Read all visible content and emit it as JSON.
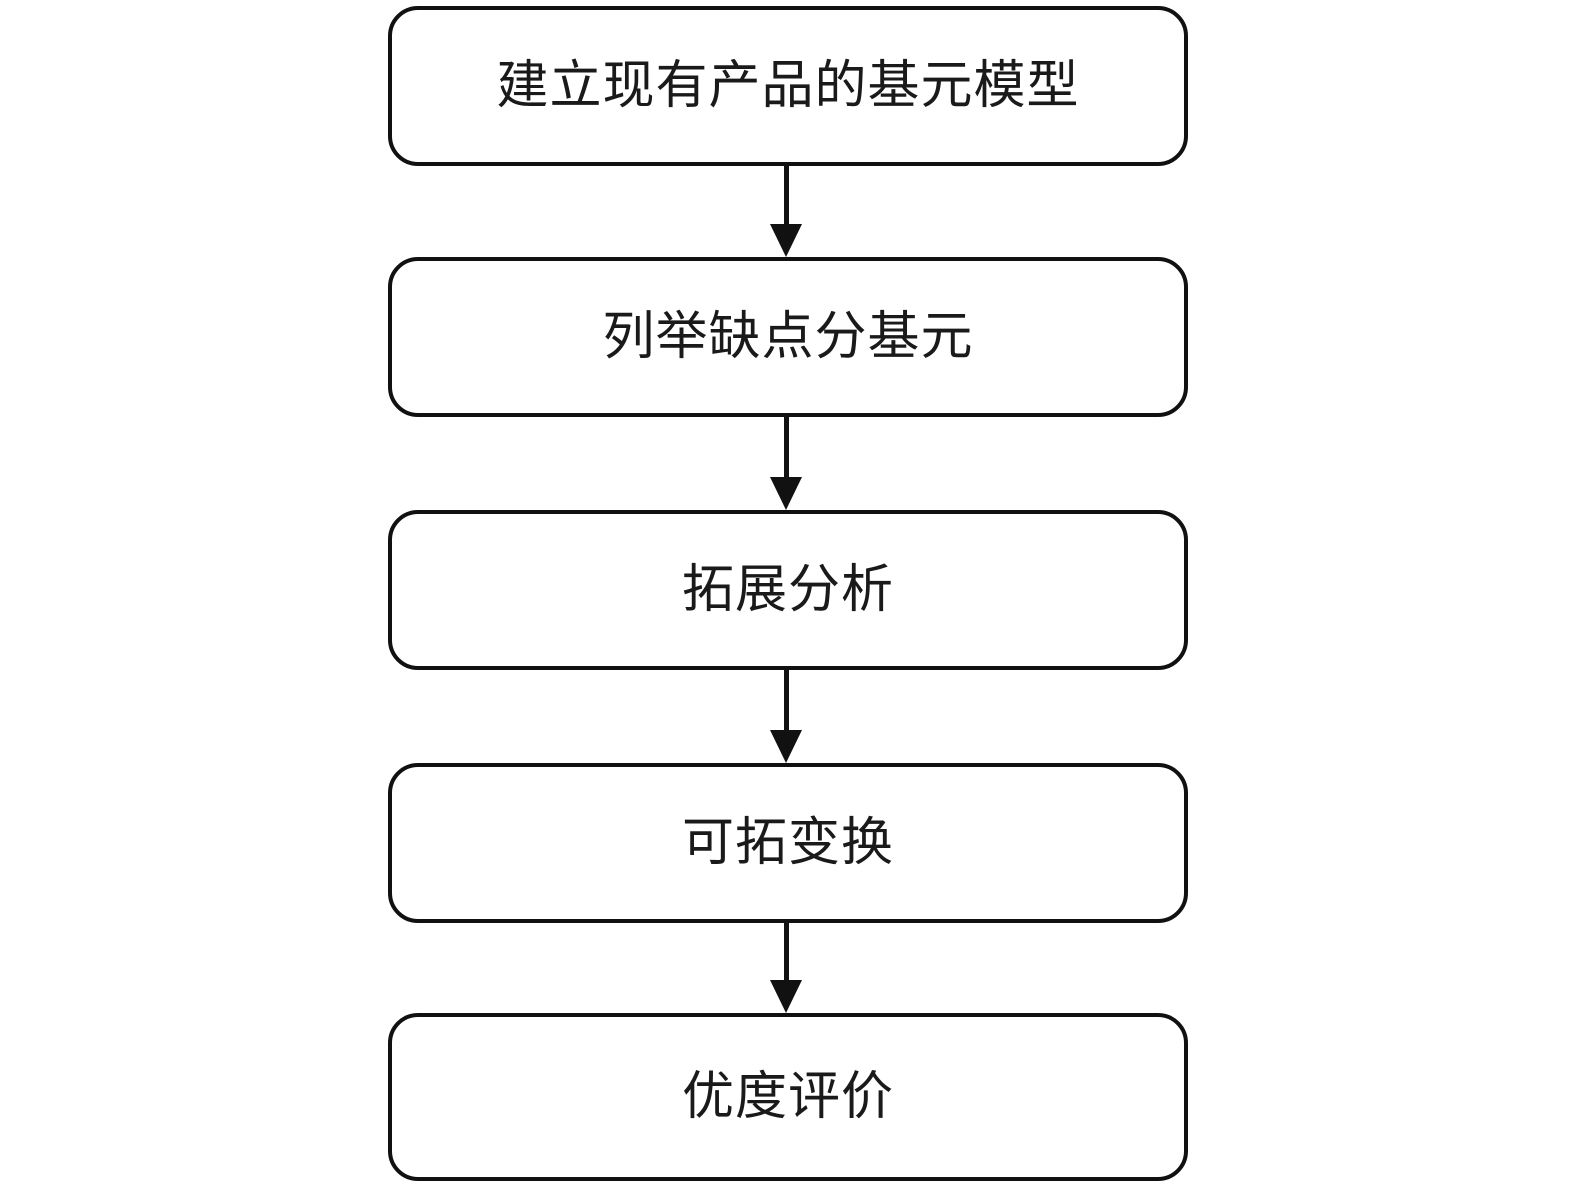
{
  "diagram": {
    "type": "flowchart",
    "orientation": "vertical-top-to-bottom",
    "background_color": "#ffffff",
    "stroke_color": "#111111",
    "text_color": "#1a1a1a",
    "nodes": [
      {
        "id": "node-1",
        "label": "建立现有产品的基元模型",
        "shape": "rounded-rectangle"
      },
      {
        "id": "node-2",
        "label": "列举缺点分基元",
        "shape": "rounded-rectangle"
      },
      {
        "id": "node-3",
        "label": "拓展分析",
        "shape": "rounded-rectangle"
      },
      {
        "id": "node-4",
        "label": "可拓变换",
        "shape": "rounded-rectangle"
      },
      {
        "id": "node-5",
        "label": "优度评价",
        "shape": "rounded-rectangle"
      }
    ],
    "connectors": [
      {
        "id": "conn-1",
        "from": "node-1",
        "to": "node-2",
        "style": "solid-arrow-down",
        "label": ""
      },
      {
        "id": "conn-2",
        "from": "node-2",
        "to": "node-3",
        "style": "solid-arrow-down",
        "label": ""
      },
      {
        "id": "conn-3",
        "from": "node-3",
        "to": "node-4",
        "style": "solid-arrow-down",
        "label": ""
      },
      {
        "id": "conn-4",
        "from": "node-4",
        "to": "node-5",
        "style": "solid-arrow-down",
        "label": ""
      }
    ]
  }
}
